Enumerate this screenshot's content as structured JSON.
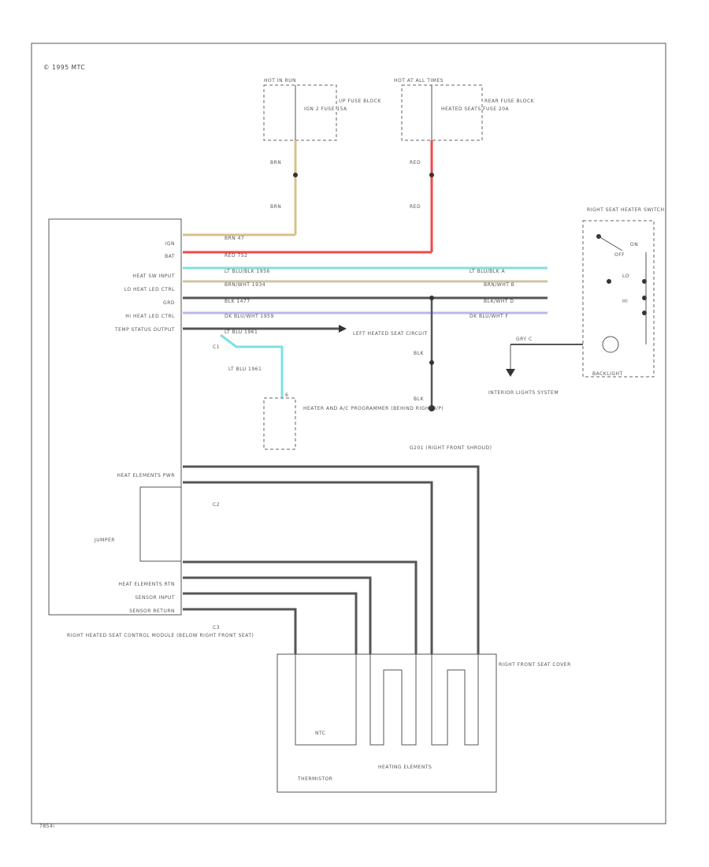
{
  "copyright": "© 1995 MTC",
  "footer": "7854i",
  "fuse_boxes": {
    "left": {
      "hot": "HOT IN RUN",
      "fuse": "IGN 2 FUSE 15A",
      "block": "I/P FUSE BLOCK"
    },
    "right": {
      "hot": "HOT AT ALL TIMES",
      "fuse": "HEATED SEATS FUSE 20A",
      "block": "REAR FUSE BLOCK"
    }
  },
  "wire_labels": {
    "brn_top": "BRN",
    "brn_bottom": "BRN",
    "red_top": "RED",
    "red_bottom": "RED",
    "blk_1": "BLK",
    "blk_2": "BLK",
    "gry": "GRY"
  },
  "module": {
    "pins": [
      "IGN",
      "BAT",
      "HEAT SW INPUT",
      "LO HEAT LED CTRL",
      "GRD",
      "HI HEAT LED CTRL",
      "TEMP STATUS OUTPUT"
    ],
    "lower_pins_top": "HEAT ELEMENTS PWR",
    "lower_pins": [
      "HEAT ELEMENTS RTN",
      "SENSOR INPUT",
      "SENSOR RETURN"
    ],
    "jumper": "JUMPER",
    "caption": "RIGHT HEATED SEAT CONTROL MODULE (BELOW RIGHT FRONT SEAT)",
    "c1": "C1",
    "c2": "C2",
    "c3": "C3"
  },
  "wire_codes": [
    "BRN  47",
    "RED  752",
    "LT BLU/BLK  1956",
    "BRN/WHT  1934",
    "BLK  1477",
    "DK BLU/WHT  1959",
    "LT BLU  1961"
  ],
  "left_seat": "LEFT HEATED SEAT CIRCUIT",
  "switch": {
    "title": "RIGHT SEAT HEATER SWITCH",
    "on": "ON",
    "off": "OFF",
    "lo": "LO",
    "hi": "HI",
    "backlight": "BACKLIGHT",
    "pin_labels": [
      "LT BLU/BLK  A",
      "BRN/WHT  B",
      "BLK/WHT  D",
      "DK BLU/WHT  F",
      "GRY  C"
    ]
  },
  "interior_lights": "INTERIOR LIGHTS SYSTEM",
  "ground": "G201 (RIGHT FRONT SHROUD)",
  "programmer": {
    "wire": "LT BLU  1961",
    "pin": "6",
    "label": "HEATER AND A/C PROGRAMMER (BEHIND RIGHT I/P)"
  },
  "seat": {
    "cover": "RIGHT FRONT SEAT COVER",
    "ntc": "NTC",
    "thermistor": "THERMISTOR",
    "heating": "HEATING ELEMENTS"
  },
  "colors": {
    "brn": "#d6c28a",
    "red": "#f04848",
    "cyan": "#7fe0e0",
    "tan": "#cfc6a0",
    "blk": "#555555",
    "blue": "#b8b8ee"
  }
}
